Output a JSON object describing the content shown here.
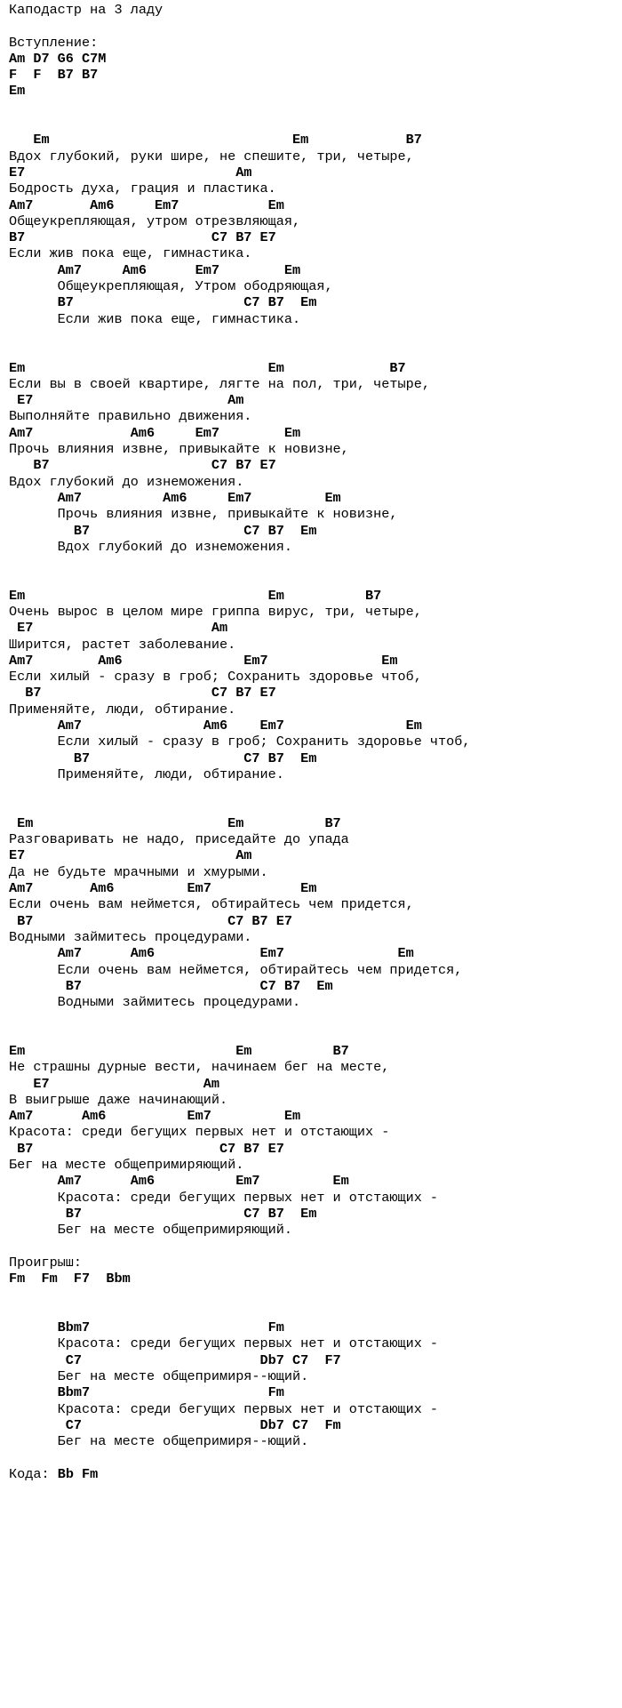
{
  "header": "Каподастр на 3 ладу",
  "lines": [
    {
      "k": "lyric",
      "t": "Каподастр на 3 ладу"
    },
    {
      "k": "blank",
      "t": ""
    },
    {
      "k": "label",
      "t": "Вступление:"
    },
    {
      "k": "chord",
      "t": "Am D7 G6 C7M"
    },
    {
      "k": "chord",
      "t": "F  F  B7 B7"
    },
    {
      "k": "chord",
      "t": "Em"
    },
    {
      "k": "blank",
      "t": ""
    },
    {
      "k": "blank",
      "t": ""
    },
    {
      "k": "chord",
      "t": "   Em                              Em            B7"
    },
    {
      "k": "lyric",
      "t": "Вдох глубокий, руки шире, не спешите, три, четыре,"
    },
    {
      "k": "chord",
      "t": "E7                          Am"
    },
    {
      "k": "lyric",
      "t": "Бодрость духа, грация и пластика."
    },
    {
      "k": "chord",
      "t": "Am7       Am6     Em7           Em"
    },
    {
      "k": "lyric",
      "t": "Общеукрепляющая, утром отрезвляющая,"
    },
    {
      "k": "chord",
      "t": "B7                       C7 B7 E7"
    },
    {
      "k": "lyric",
      "t": "Если жив пока еще, гимнастика."
    },
    {
      "k": "chord",
      "t": "      Am7     Am6      Em7        Em"
    },
    {
      "k": "lyric",
      "t": "      Общеукрепляющая, Утром ободряющая,"
    },
    {
      "k": "chord",
      "t": "      B7                     C7 B7  Em"
    },
    {
      "k": "lyric",
      "t": "      Если жив пока еще, гимнастика."
    },
    {
      "k": "blank",
      "t": ""
    },
    {
      "k": "blank",
      "t": ""
    },
    {
      "k": "chord",
      "t": "Em                              Em             B7"
    },
    {
      "k": "lyric",
      "t": "Если вы в своей квартире, лягте на пол, три, четыре,"
    },
    {
      "k": "chord",
      "t": " E7                        Am"
    },
    {
      "k": "lyric",
      "t": "Выполняйте правильно движения."
    },
    {
      "k": "chord",
      "t": "Am7            Am6     Em7        Em"
    },
    {
      "k": "lyric",
      "t": "Прочь влияния извне, привыкайте к новизне,"
    },
    {
      "k": "chord",
      "t": "   B7                    C7 B7 E7"
    },
    {
      "k": "lyric",
      "t": "Вдох глубокий до изнеможения."
    },
    {
      "k": "chord",
      "t": "      Am7          Am6     Em7         Em"
    },
    {
      "k": "lyric",
      "t": "      Прочь влияния извне, привыкайте к новизне,"
    },
    {
      "k": "chord",
      "t": "        B7                   C7 B7  Em"
    },
    {
      "k": "lyric",
      "t": "      Вдох глубокий до изнеможения."
    },
    {
      "k": "blank",
      "t": ""
    },
    {
      "k": "blank",
      "t": ""
    },
    {
      "k": "chord",
      "t": "Em                              Em          B7"
    },
    {
      "k": "lyric",
      "t": "Очень вырос в целом мире гриппа вирус, три, четыре,"
    },
    {
      "k": "chord",
      "t": " E7                      Am"
    },
    {
      "k": "lyric",
      "t": "Ширится, растет заболевание."
    },
    {
      "k": "chord",
      "t": "Am7        Am6               Em7              Em"
    },
    {
      "k": "lyric",
      "t": "Если хилый - сразу в гроб; Сохранить здоровье чтоб,"
    },
    {
      "k": "chord",
      "t": "  B7                     C7 B7 E7"
    },
    {
      "k": "lyric",
      "t": "Применяйте, люди, обтирание."
    },
    {
      "k": "chord",
      "t": "      Am7               Am6    Em7               Em"
    },
    {
      "k": "lyric",
      "t": "      Если хилый - сразу в гроб; Сохранить здоровье чтоб,"
    },
    {
      "k": "chord",
      "t": "        B7                   C7 B7  Em"
    },
    {
      "k": "lyric",
      "t": "      Применяйте, люди, обтирание."
    },
    {
      "k": "blank",
      "t": ""
    },
    {
      "k": "blank",
      "t": ""
    },
    {
      "k": "chord",
      "t": " Em                        Em          B7"
    },
    {
      "k": "lyric",
      "t": "Разговаривать не надо, приседайте до упада"
    },
    {
      "k": "chord",
      "t": "E7                          Am"
    },
    {
      "k": "lyric",
      "t": "Да не будьте мрачными и хмурыми."
    },
    {
      "k": "chord",
      "t": "Am7       Am6         Em7           Em"
    },
    {
      "k": "lyric",
      "t": "Если очень вам неймется, обтирайтесь чем придется,"
    },
    {
      "k": "chord",
      "t": " B7                        C7 B7 E7"
    },
    {
      "k": "lyric",
      "t": "Водными займитесь процедурами."
    },
    {
      "k": "chord",
      "t": "      Am7      Am6             Em7              Em"
    },
    {
      "k": "lyric",
      "t": "      Если очень вам неймется, обтирайтесь чем придется,"
    },
    {
      "k": "chord",
      "t": "       B7                      C7 B7  Em"
    },
    {
      "k": "lyric",
      "t": "      Водными займитесь процедурами."
    },
    {
      "k": "blank",
      "t": ""
    },
    {
      "k": "blank",
      "t": ""
    },
    {
      "k": "chord",
      "t": "Em                          Em          B7"
    },
    {
      "k": "lyric",
      "t": "Не страшны дурные вести, начинаем бег на месте,"
    },
    {
      "k": "chord",
      "t": "   E7                   Am"
    },
    {
      "k": "lyric",
      "t": "В выигрыше даже начинающий."
    },
    {
      "k": "chord",
      "t": "Am7      Am6          Em7         Em"
    },
    {
      "k": "lyric",
      "t": "Красота: среди бегущих первых нет и отстающих -"
    },
    {
      "k": "chord",
      "t": " B7                       C7 B7 E7"
    },
    {
      "k": "lyric",
      "t": "Бег на месте общепримиряющий."
    },
    {
      "k": "chord",
      "t": "      Am7      Am6          Em7         Em"
    },
    {
      "k": "lyric",
      "t": "      Красота: среди бегущих первых нет и отстающих -"
    },
    {
      "k": "chord",
      "t": "       B7                    C7 B7  Em"
    },
    {
      "k": "lyric",
      "t": "      Бег на месте общепримиряющий."
    },
    {
      "k": "blank",
      "t": ""
    },
    {
      "k": "label",
      "t": "Проигрыш:"
    },
    {
      "k": "chord",
      "t": "Fm  Fm  F7  Bbm"
    },
    {
      "k": "blank",
      "t": ""
    },
    {
      "k": "blank",
      "t": ""
    },
    {
      "k": "chord",
      "t": "      Bbm7                      Fm"
    },
    {
      "k": "lyric",
      "t": "      Красота: среди бегущих первых нет и отстающих -"
    },
    {
      "k": "chord",
      "t": "       C7                      Db7 C7  F7"
    },
    {
      "k": "lyric",
      "t": "      Бег на месте общепримиря--ющий."
    },
    {
      "k": "chord",
      "t": "      Bbm7                      Fm"
    },
    {
      "k": "lyric",
      "t": "      Красота: среди бегущих первых нет и отстающих -"
    },
    {
      "k": "chord",
      "t": "       C7                      Db7 C7  Fm"
    },
    {
      "k": "lyric",
      "t": "      Бег на месте общепримиря--ющий."
    },
    {
      "k": "blank",
      "t": ""
    },
    {
      "k": "coda",
      "label": "Кода:",
      "chords": "Bb Fm"
    }
  ]
}
